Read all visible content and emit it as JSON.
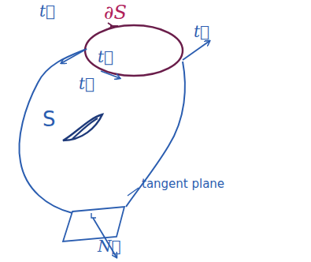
{
  "diagram": {
    "labels": [
      "∂S",
      "t⃗",
      "t⃗",
      "t⃗",
      "t⃗",
      "S",
      "tangent plane",
      "N⃗"
    ]
  }
}
